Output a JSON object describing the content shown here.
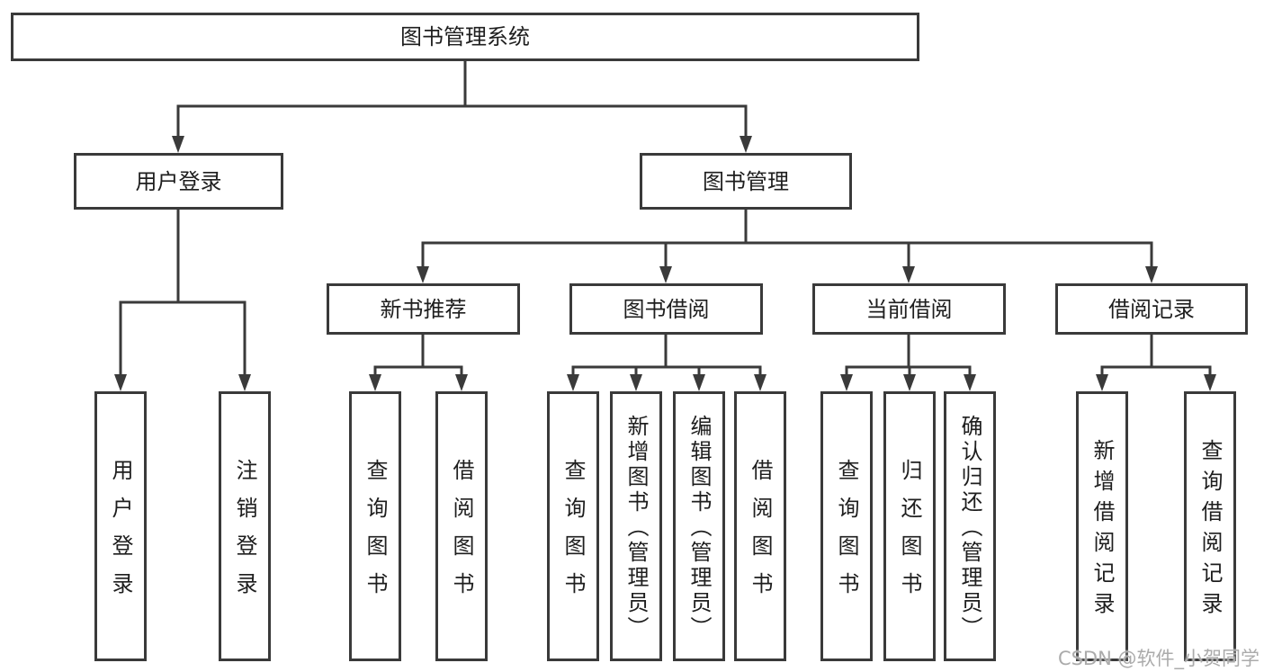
{
  "diagram": {
    "title": "图书管理系统",
    "children": [
      {
        "label": "用户登录",
        "children": [
          {
            "label": "用户登录"
          },
          {
            "label": "注销登录"
          }
        ]
      },
      {
        "label": "图书管理",
        "children": [
          {
            "label": "新书推荐",
            "children": [
              {
                "label": "查询图书"
              },
              {
                "label": "借阅图书"
              }
            ]
          },
          {
            "label": "图书借阅",
            "children": [
              {
                "label": "查询图书"
              },
              {
                "label": "新增图书（管理员）"
              },
              {
                "label": "编辑图书（管理员）"
              },
              {
                "label": "借阅图书"
              }
            ]
          },
          {
            "label": "当前借阅",
            "children": [
              {
                "label": "查询图书"
              },
              {
                "label": "归还图书"
              },
              {
                "label": "确认归还（管理员）"
              }
            ]
          },
          {
            "label": "借阅记录",
            "children": [
              {
                "label": "新增借阅记录"
              },
              {
                "label": "查询借阅记录"
              }
            ]
          }
        ]
      }
    ]
  },
  "watermark": {
    "text": "CSDN @软件_小贺同学"
  },
  "colors": {
    "line": "#3a3a3a",
    "text": "#1e1e1e",
    "watermark": "#ababab",
    "background": "#ffffff"
  }
}
